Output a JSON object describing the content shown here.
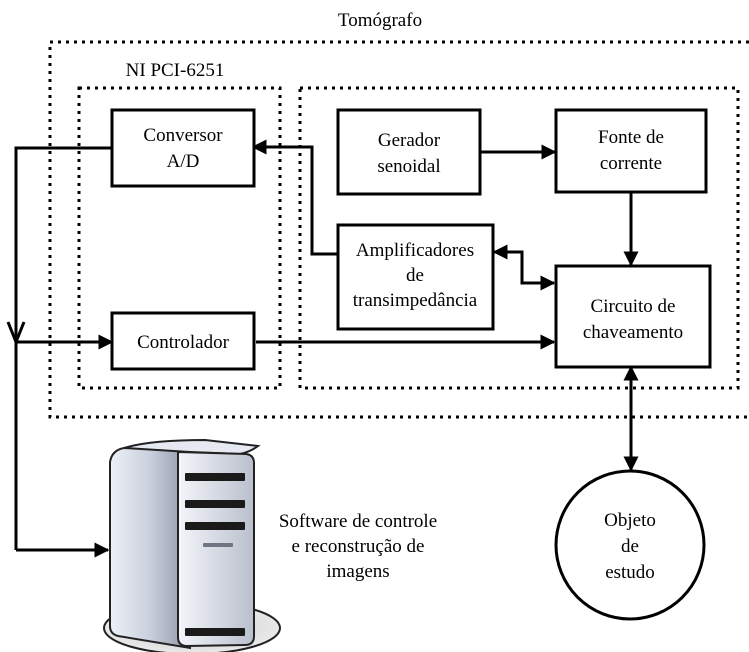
{
  "labels": {
    "tomografo": "Tomógrafo",
    "ni_pci": "NI PCI-6251",
    "conversor": [
      "Conversor",
      "A/D"
    ],
    "gerador": [
      "Gerador",
      "senoidal"
    ],
    "fonte": [
      "Fonte de",
      "corrente"
    ],
    "amplificadores": [
      "Amplificadores",
      "de",
      "transimpedância"
    ],
    "circuito": [
      "Circuito de",
      "chaveamento"
    ],
    "controlador": "Controlador",
    "software": [
      "Software de controle",
      "e reconstrução de",
      "imagens"
    ],
    "objeto": [
      "Objeto",
      "de",
      "estudo"
    ]
  }
}
